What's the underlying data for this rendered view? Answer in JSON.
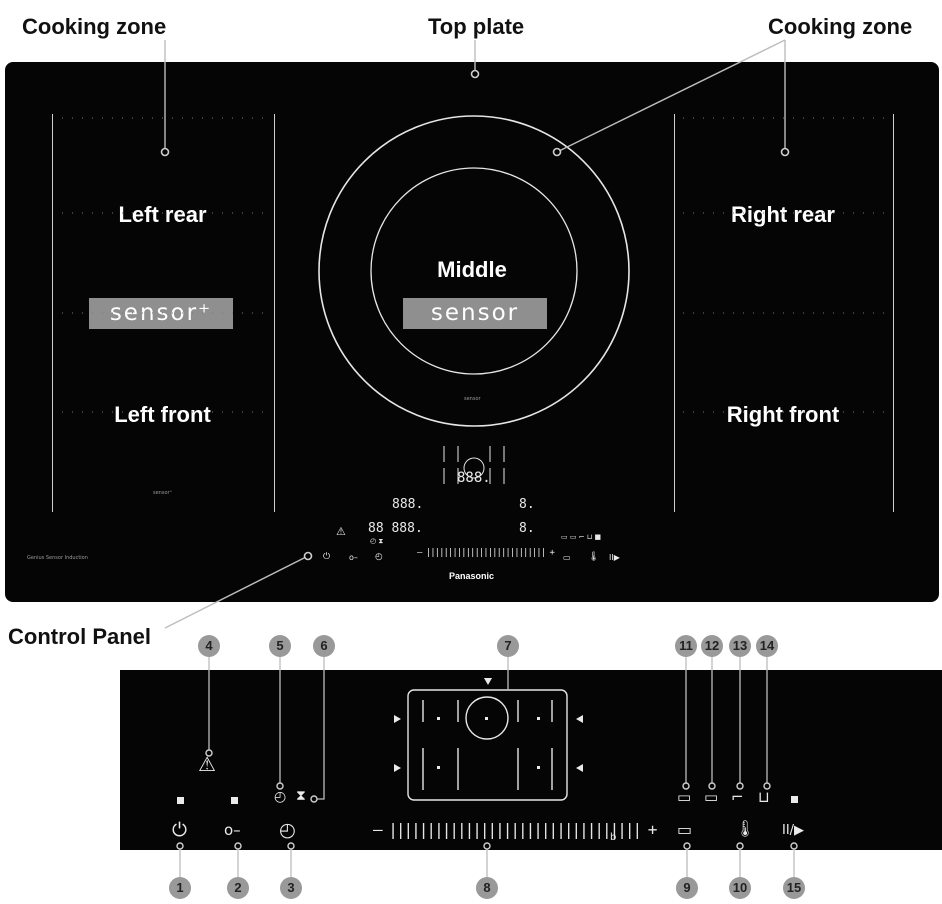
{
  "callouts": {
    "cooking_zone_left": "Cooking zone",
    "top_plate": "Top plate",
    "cooking_zone_right": "Cooking zone",
    "control_panel": "Control Panel"
  },
  "zones": {
    "left_rear": "Left rear",
    "left_front": "Left front",
    "middle": "Middle",
    "right_rear": "Right rear",
    "right_front": "Right front"
  },
  "sensor_labels": {
    "left": "sensor⁺",
    "middle": "sensor",
    "left_small": "sensor⁺",
    "middle_small": "sensor"
  },
  "hob_text": {
    "model_line": "Genius Sensor Induction",
    "brand": "Panasonic",
    "display_top": "888.",
    "display_left_1": "888.",
    "display_left_2": "88 888.",
    "display_right_1": "8.",
    "display_right_2": "8."
  },
  "panel_numbers": [
    "1",
    "2",
    "3",
    "4",
    "5",
    "6",
    "7",
    "8",
    "9",
    "10",
    "11",
    "12",
    "13",
    "14",
    "15"
  ],
  "icons": {
    "power": "power-icon",
    "key": "key-lock-icon",
    "timer": "timer-icon",
    "warning": "hot-surface-warning-icon",
    "clock": "clock-icon",
    "hourglass": "hourglass-icon",
    "pot_keep_warm": "keep-warm-pot-icon",
    "pot_simmer": "simmer-pot-icon",
    "pan": "pan-icon",
    "pot": "pot-icon",
    "thermometer": "thermometer-icon",
    "pause_play": "pause-play-icon"
  },
  "colors": {
    "hob": "#050505",
    "callout_badge": "#999999",
    "sensor_box": "#8f8f8f"
  }
}
